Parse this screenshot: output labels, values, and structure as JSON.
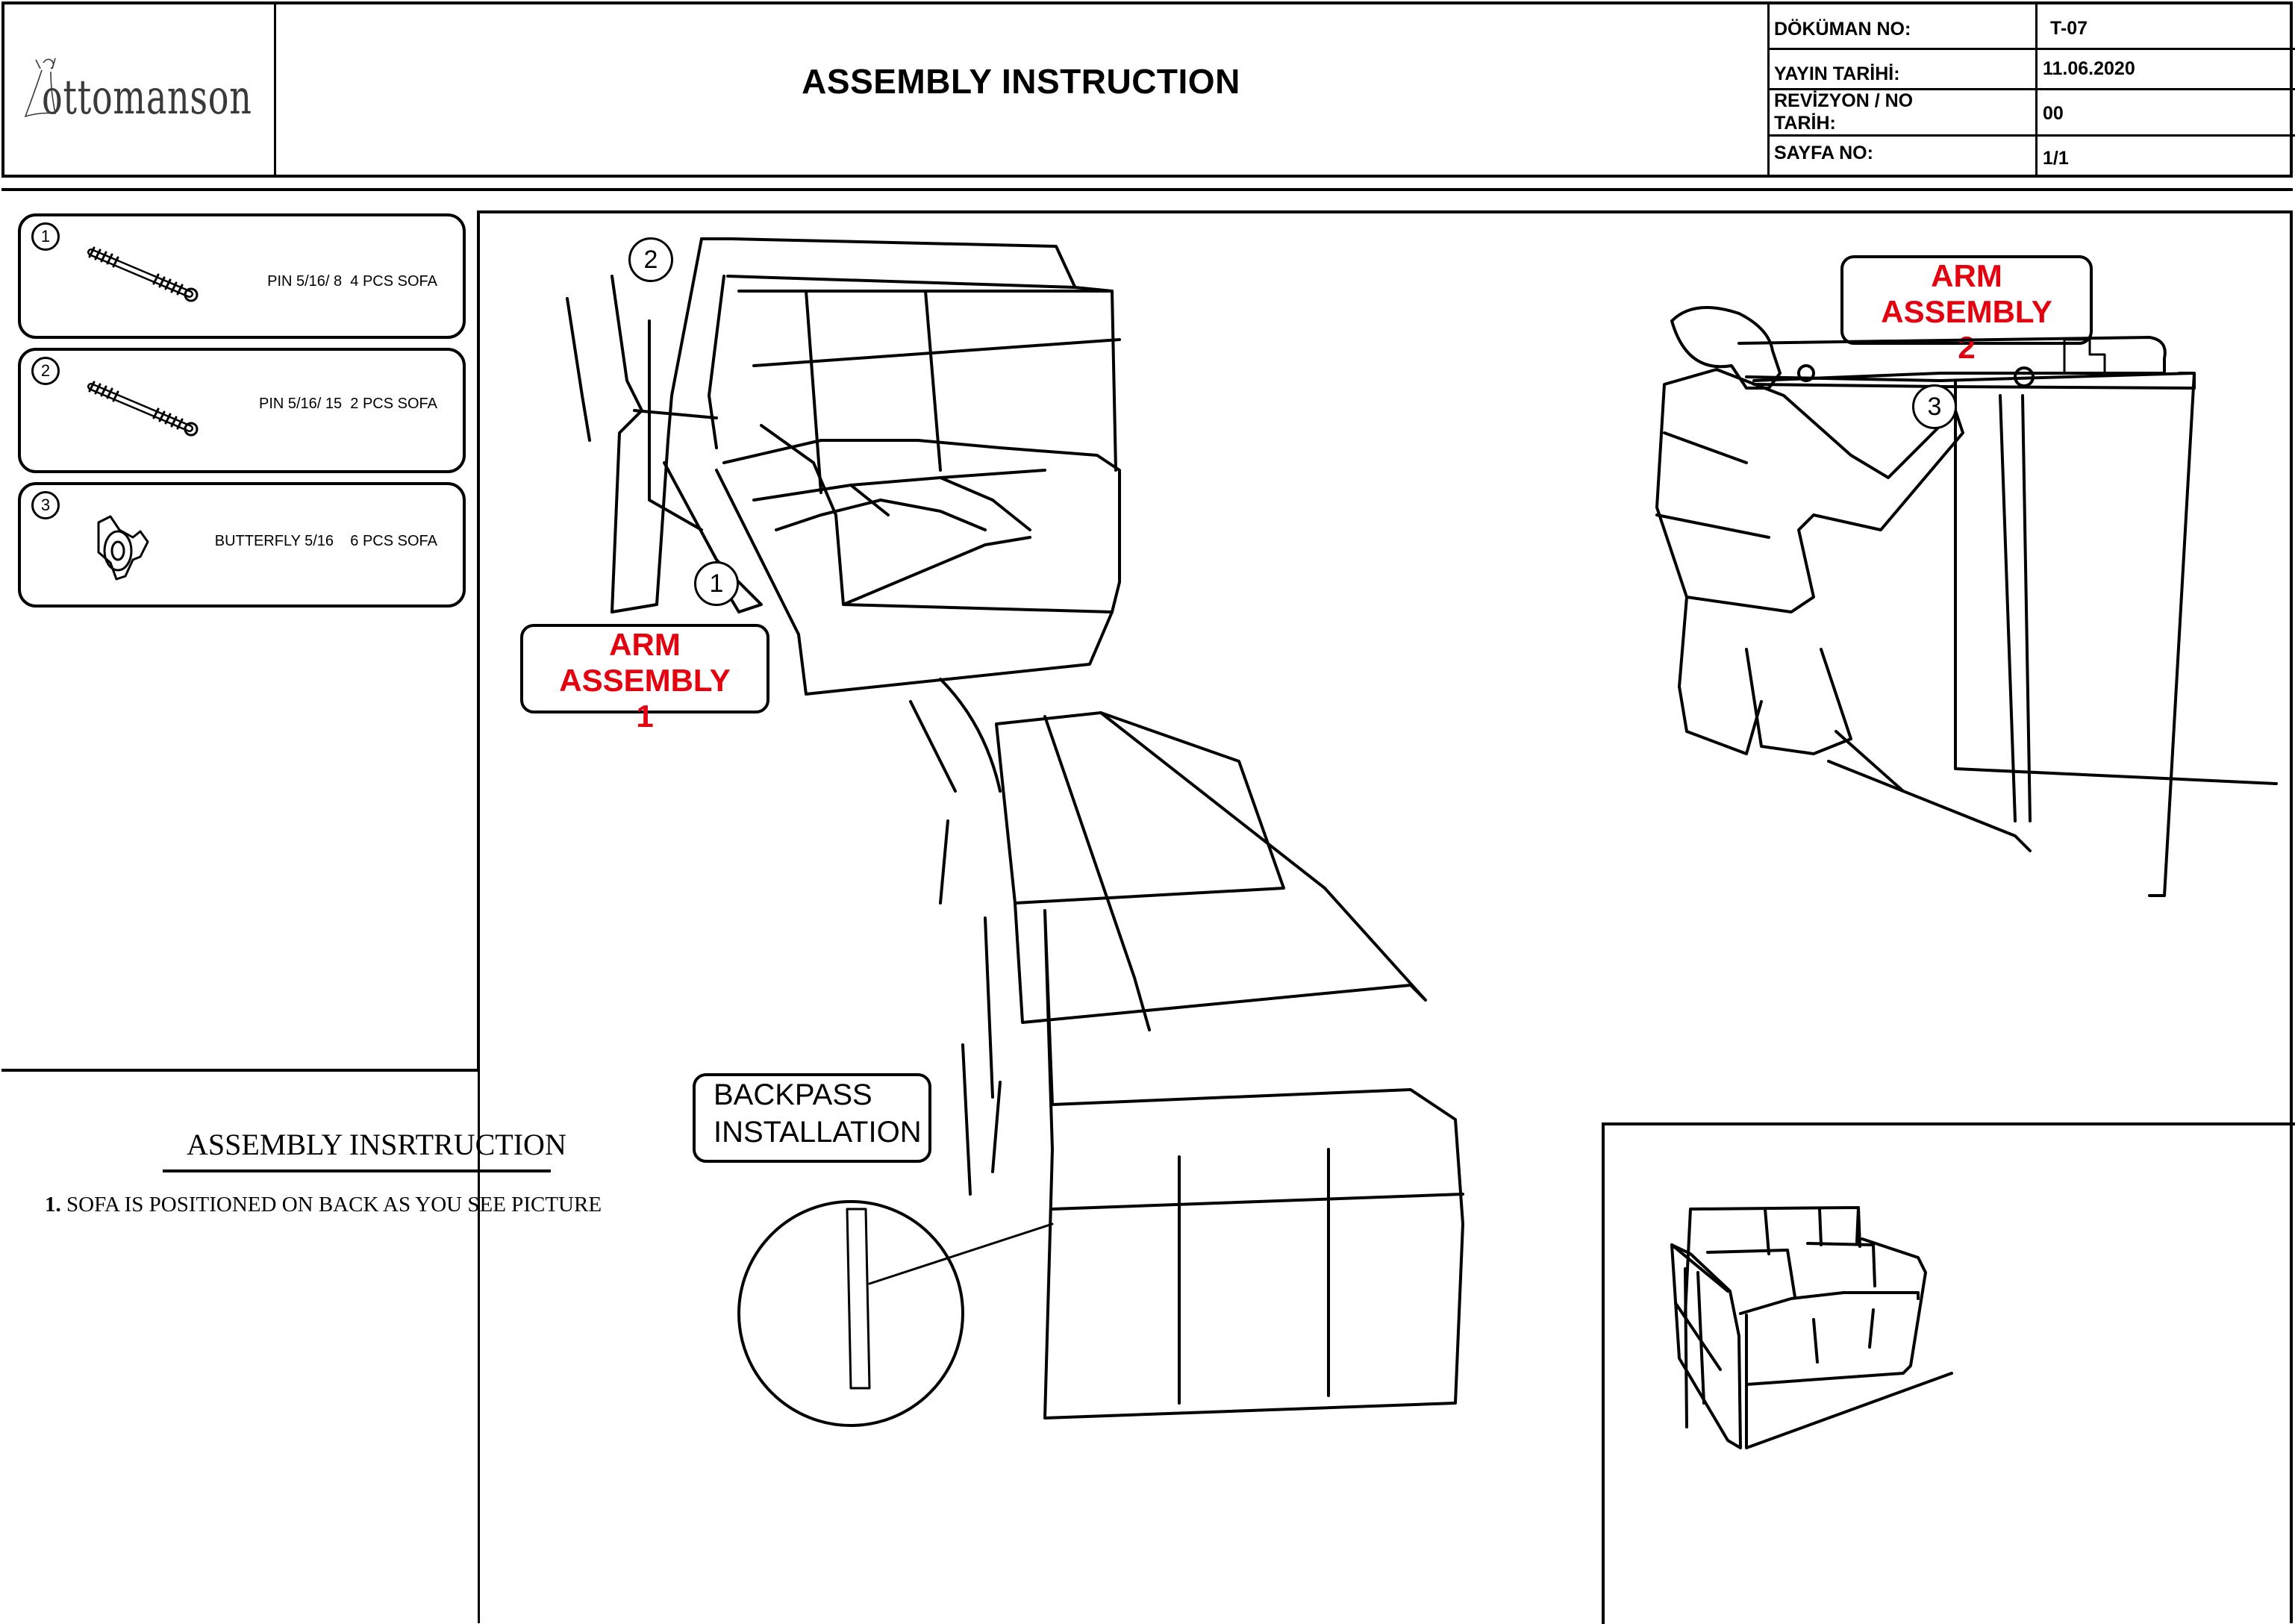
{
  "header": {
    "brand": "ottomanson",
    "title": "ASSEMBLY INSTRUCTION",
    "meta": [
      {
        "label": "DÖKÜMAN NO:",
        "value": "T-07"
      },
      {
        "label": "YAYIN TARİHİ:",
        "value": "11.06.2020"
      },
      {
        "label": "REVİZYON / NO TARİH:",
        "value": "00"
      },
      {
        "label": "SAYFA NO:",
        "value": "1/1"
      }
    ]
  },
  "parts": [
    {
      "number": "1",
      "label": "PIN 5/16/ 8  4 PCS SOFA",
      "icon": "threaded-pin-icon"
    },
    {
      "number": "2",
      "label": "PIN 5/16/ 15  2 PCS SOFA",
      "icon": "threaded-pin-icon"
    },
    {
      "number": "3",
      "label": "BUTTERFLY 5/16    6 PCS SOFA",
      "icon": "wing-nut-icon"
    }
  ],
  "instructions": {
    "title": "ASSEMBLY INSRTRUCTION",
    "steps": [
      {
        "number": "1.",
        "text": "SOFA IS POSITIONED ON BACK AS YOU SEE PICTURE"
      }
    ]
  },
  "callouts": {
    "arm1": {
      "line1": "ARM ASSEMBLY",
      "line2": "1"
    },
    "arm2": {
      "line1": "ARM ASSEMBLY",
      "line2": "2"
    },
    "backpass": {
      "line1": "BACKPASS",
      "line2": "INSTALLATION"
    },
    "markers": {
      "arm1_pin_top": "2",
      "arm1_pin_bottom": "1",
      "arm2_nut": "3"
    }
  },
  "figures": {
    "arm1": "sofa-arm-attachment-figure",
    "arm2": "technician-fastening-arm-figure",
    "backpass": "backrest-installation-figure",
    "final": "assembled-sofa-figure"
  },
  "colors": {
    "accent_red": "#e3000f",
    "line": "#000000",
    "logo_gray": "#3a3a3a"
  }
}
